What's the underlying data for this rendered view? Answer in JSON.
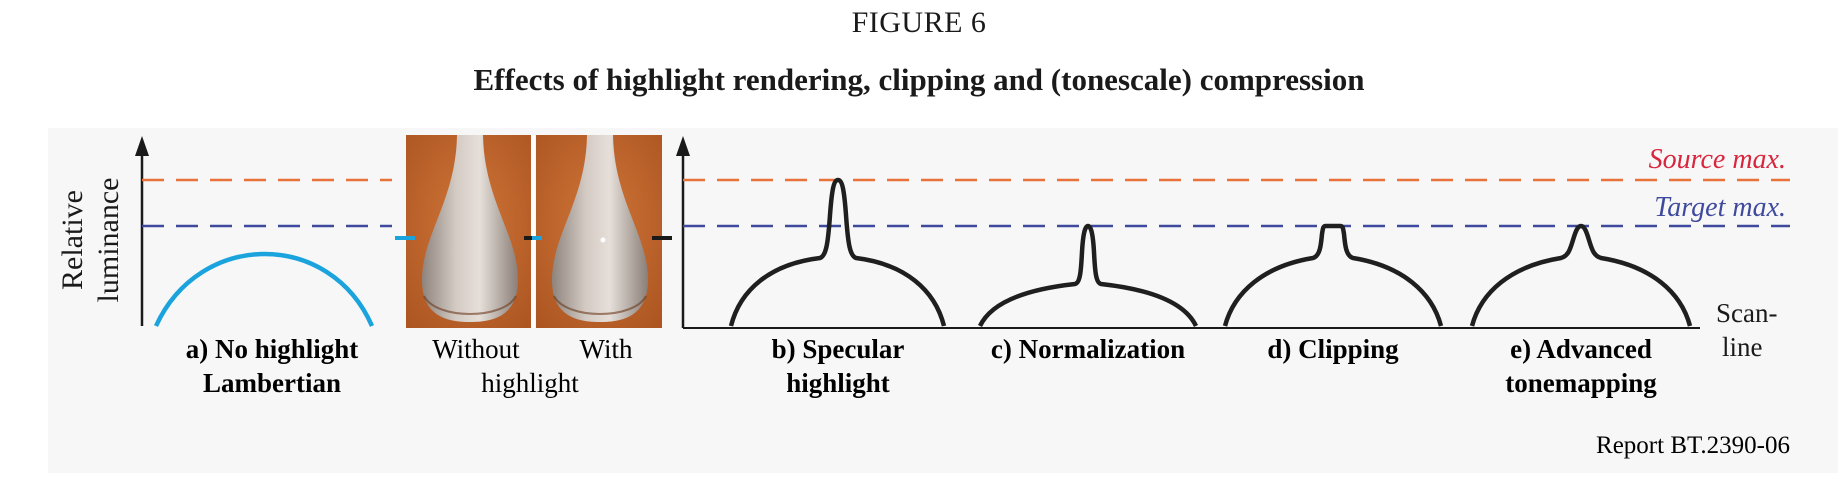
{
  "title": "FIGURE 6",
  "subtitle": "Effects of highlight rendering, clipping and (tonescale) compression",
  "y_axis_label": [
    "Relative",
    "luminance"
  ],
  "reference_lines": {
    "source": {
      "label": "Source max.",
      "color": "#e8733a",
      "label_color": "#d7263d"
    },
    "target": {
      "label": "Target max.",
      "color": "#3f4a9e",
      "label_color": "#3f4a9e"
    }
  },
  "scan_line_label": [
    "Scan-",
    "line"
  ],
  "panels": [
    {
      "id": "a",
      "label": [
        "a) No highlight",
        "Lambertian"
      ],
      "curve_color": "#1aa3dd"
    },
    {
      "id": "b",
      "label": [
        "b) Specular",
        "highlight"
      ]
    },
    {
      "id": "c",
      "label": [
        "c) Normalization"
      ]
    },
    {
      "id": "d",
      "label": [
        "d) Clipping"
      ]
    },
    {
      "id": "e",
      "label": [
        "e) Advanced",
        "tonemapping"
      ]
    }
  ],
  "photo_labels": {
    "without": "Without",
    "with": "With",
    "shared": "highlight"
  },
  "colors": {
    "photo_bg": "#c0652a",
    "vase": "#c8beb6",
    "curve": "#1f1f1f"
  },
  "footer": "Report BT.2390-06"
}
